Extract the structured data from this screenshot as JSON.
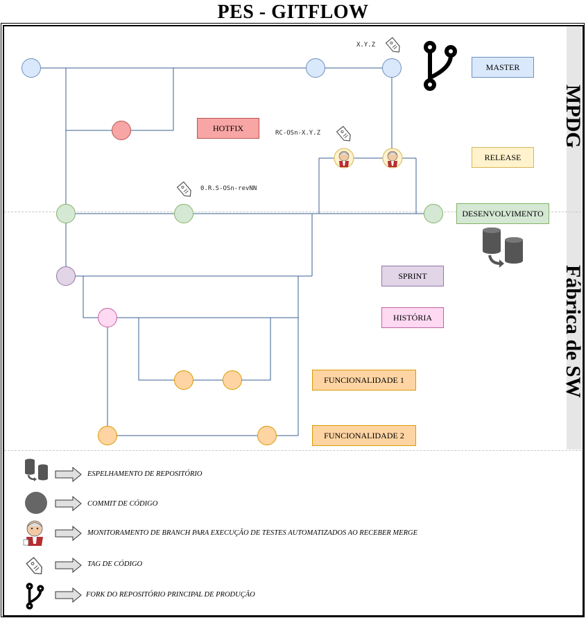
{
  "title": "PES - GITFLOW",
  "side_labels": {
    "top": "MPDG",
    "bottom": "Fábrica de SW"
  },
  "branches": {
    "master": "MASTER",
    "hotfix": "HOTFIX",
    "release": "RELEASE",
    "desenvolvimento": "DESENVOLVIMENTO",
    "sprint": "SPRINT",
    "historia": "HISTÓRIA",
    "funcionalidade1": "FUNCIONALIDADE 1",
    "funcionalidade2": "FUNCIONALIDADE 2"
  },
  "branch_colors": {
    "master": "#dae8fc",
    "hotfix": "#f8a5a5",
    "release": "#fff2cc",
    "desenvolvimento": "#d5e8d4",
    "sprint": "#e1d5e7",
    "historia": "#ffd9f2",
    "funcionalidade": "#ffd4a3",
    "line": "#3a5f91"
  },
  "tags": {
    "master": "X.Y.Z",
    "release": "RC-OSn-X.Y.Z",
    "dev": "0.R.S-OSn-revNN"
  },
  "legend": [
    {
      "icon": "database-mirror-icon",
      "text": "ESPELHAMENTO DE REPOSITÓRIO"
    },
    {
      "icon": "commit-circle-icon",
      "text": "COMMIT DE CÓDIGO"
    },
    {
      "icon": "jenkins-icon",
      "text": "MONITORAMENTO DE BRANCH PARA EXECUÇÃO DE TESTES AUTOMATIZADOS AO RECEBER MERGE"
    },
    {
      "icon": "tag-icon",
      "text": "TAG DE CÓDIGO"
    },
    {
      "icon": "fork-icon",
      "text": "FORK DO REPOSITÓRIO PRINCIPAL DE PRODUÇÃO"
    }
  ]
}
